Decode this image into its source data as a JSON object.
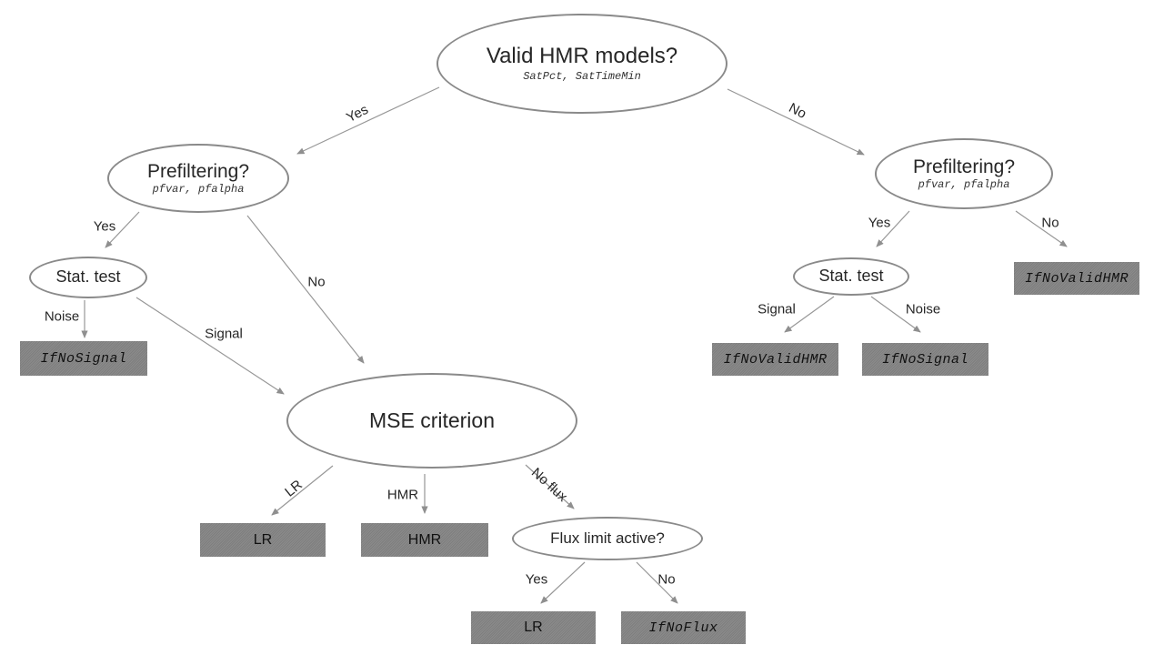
{
  "diagram": {
    "root": {
      "title": "Valid HMR models?",
      "subtitle": "SatPct, SatTimeMin"
    },
    "pf_left": {
      "title": "Prefiltering?",
      "subtitle": "pfvar, pfalpha"
    },
    "pf_right": {
      "title": "Prefiltering?",
      "subtitle": "pfvar, pfalpha"
    },
    "stat_left": {
      "title": "Stat. test"
    },
    "stat_right": {
      "title": "Stat. test"
    },
    "mse": {
      "title": "MSE criterion"
    },
    "flux": {
      "title": "Flux limit active?"
    },
    "boxes": {
      "ifnosignal_left": "IfNoSignal",
      "lr_mse": "LR",
      "hmr_mse": "HMR",
      "lr_flux": "LR",
      "ifnoflux": "IfNoFlux",
      "ifnovalidhmr_right": "IfNoValidHMR",
      "ifnovalidhmr_signal": "IfNoValidHMR",
      "ifnosignal_right": "IfNoSignal"
    },
    "labels": {
      "root_yes": "Yes",
      "root_no": "No",
      "pf_left_yes": "Yes",
      "pf_left_no": "No",
      "stat_left_noise": "Noise",
      "stat_left_signal": "Signal",
      "mse_lr": "LR",
      "mse_hmr": "HMR",
      "mse_noflux": "No flux",
      "flux_yes": "Yes",
      "flux_no": "No",
      "pf_right_yes": "Yes",
      "pf_right_no": "No",
      "stat_right_signal": "Signal",
      "stat_right_noise": "Noise"
    },
    "colors": {
      "box_fill": "#7e7e7e",
      "ellipse_border": "#8a8a8a",
      "arrow": "#979797",
      "text": "#262626"
    }
  }
}
